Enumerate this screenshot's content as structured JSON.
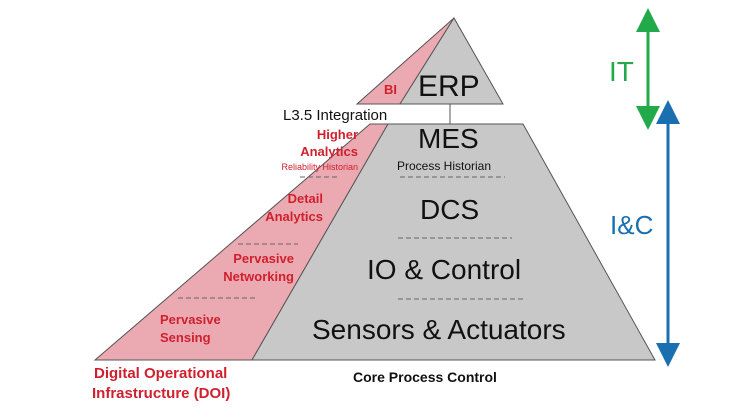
{
  "colors": {
    "gray": "#c8c8c8",
    "pink": "#ebaab2",
    "red": "#d0202e",
    "it_green": "#22aa4a",
    "ic_blue": "#1a6fb0"
  },
  "core": {
    "erp": "ERP",
    "integration": "L3.5 Integration",
    "mes": "MES",
    "process_historian": "Process Historian",
    "dcs": "DCS",
    "io_control": "IO & Control",
    "sensors": "Sensors & Actuators",
    "caption": "Core Process Control"
  },
  "doi": {
    "bi": "BI",
    "higher": "Higher",
    "analytics": "Analytics",
    "reliability_historian": "Reliability Historian",
    "detail": "Detail",
    "detail_analytics": "Analytics",
    "pervasive1": "Pervasive",
    "networking": "Networking",
    "pervasive2": "Pervasive",
    "sensing": "Sensing",
    "caption_line1": "Digital Operational",
    "caption_line2": "Infrastructure (DOI)"
  },
  "scope": {
    "it": "IT",
    "ic": "I&C"
  }
}
